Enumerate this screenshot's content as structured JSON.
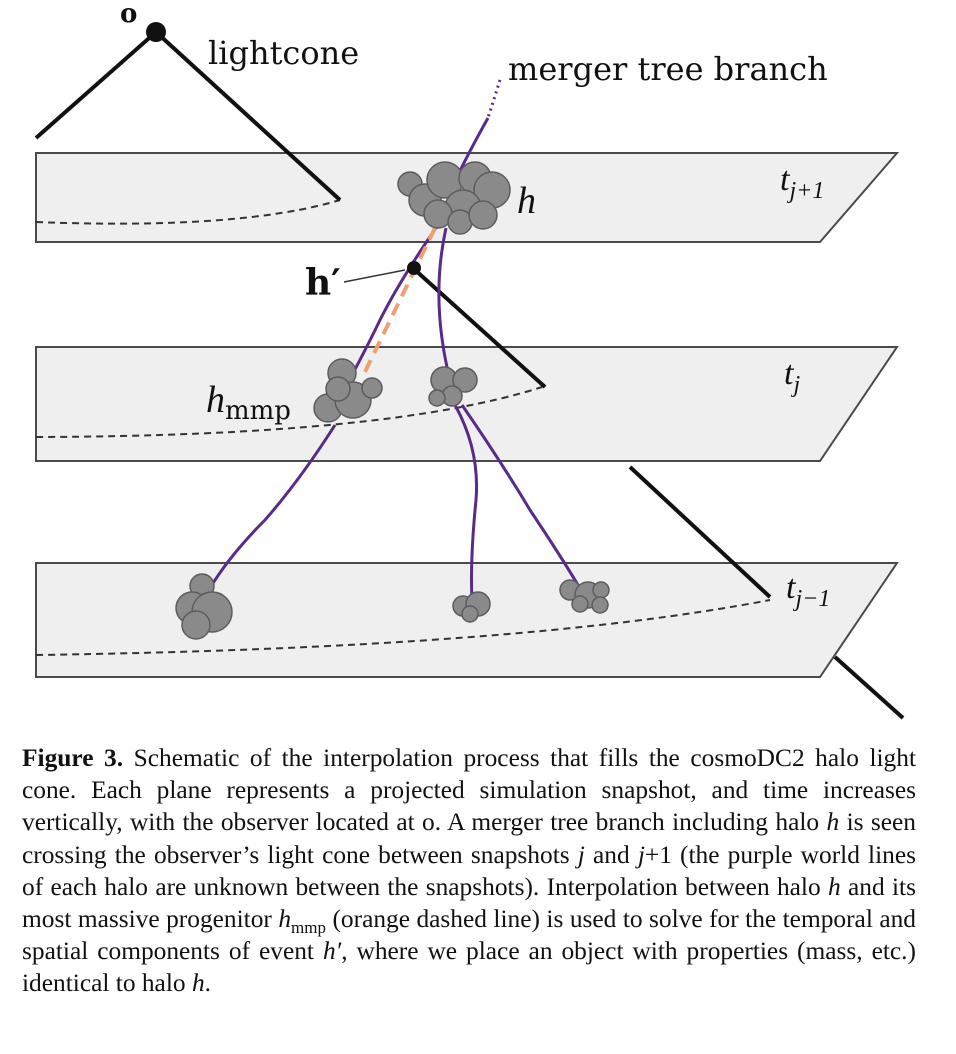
{
  "figure": {
    "labels": {
      "observer": "o",
      "lightcone": "lightcone",
      "branch": "merger tree branch",
      "halo": "h",
      "event": "h′",
      "mmp": {
        "base": "h",
        "sub": "mmp"
      },
      "plane_top": {
        "base": "t",
        "sub": "j+1"
      },
      "plane_mid": {
        "base": "t",
        "sub": "j"
      },
      "plane_bot": {
        "base": "t",
        "sub": "j−1"
      }
    },
    "colors": {
      "plane_fill": "#efefef",
      "plane_edge": "#4a4a4a",
      "world_line": "#5a2a8a",
      "interpolation": "#f0a070",
      "halo_fill": "#8a8a8a",
      "halo_edge": "#5c5c5c"
    }
  },
  "caption": {
    "label": "Figure 3.",
    "t1": " Schematic of the interpolation process that fills the cosmoDC2 halo light cone. Each plane represents a projected simulation snapshot, and time increases vertically, with the observer located at o. A merger tree branch including halo ",
    "h1": "h",
    "t2": " is seen crossing the observer’s light cone between snapshots ",
    "j1": "j",
    "t3": " and ",
    "j2": "j",
    "t4": "+1 (the purple world lines of each halo are unknown between the snapshots). Interpolation between halo ",
    "h2": "h",
    "t5": " and its most massive progenitor ",
    "h3": "h",
    "h3sub": "mmp",
    "t6": " (orange dashed line) is used to solve for the temporal and spatial components of event ",
    "h4": "h′",
    "t7": ", where we place an object with properties (mass, etc.) identical to halo ",
    "h5": "h",
    "t8": "."
  }
}
